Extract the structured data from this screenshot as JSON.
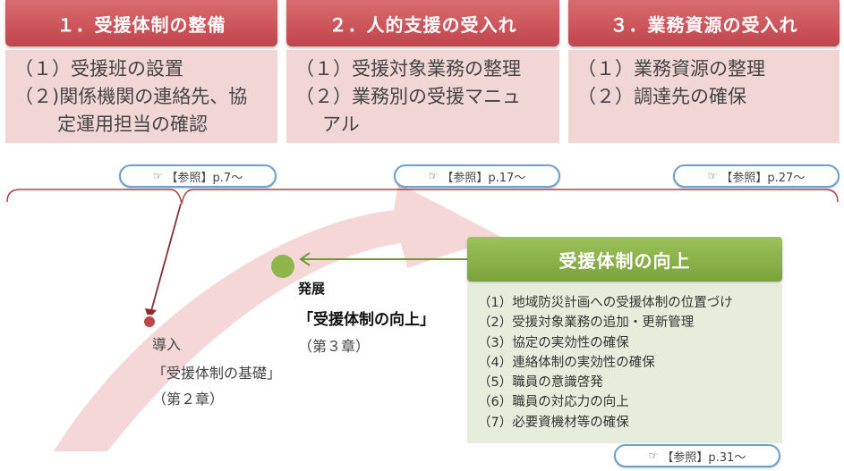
{
  "columns": [
    {
      "header": "１．受援体制の整備",
      "items": [
        "（１）受援班の設置",
        "（２)関係機関の連絡先、協",
        "定運用担当の確認"
      ],
      "ref": "【参照】p.7～"
    },
    {
      "header": "２．人的支援の受入れ",
      "items": [
        "（１）受援対象業務の整理",
        "（２）業務別の受援マニュ",
        "アル"
      ],
      "ref": "【参照】p.17～"
    },
    {
      "header": "３．業務資源の受入れ",
      "items": [
        "（１）業務資源の整理",
        "（２）調達先の確保"
      ],
      "ref": "【参照】p.27～"
    }
  ],
  "intro": {
    "label": "導入",
    "title": "「受援体制の基礎」",
    "chapter": "（第２章）"
  },
  "development": {
    "label": "発展",
    "title": "「受援体制の向上」",
    "chapter": "（第３章）"
  },
  "improvement": {
    "header": "受援体制の向上",
    "items": [
      "（1）地域防災計画への受援体制の位置づけ",
      "（2）受援対象業務の追加・更新管理",
      "（3）協定の実効性の確保",
      "（4）連絡体制の実効性の確保",
      "（5）職員の意識啓発",
      "（6）職員の対応力の向上",
      "（7）必要資機材等の確保"
    ],
    "ref": "【参照】p.31～"
  },
  "colors": {
    "header_red": "#c0454b",
    "body_pink": "#f2d6d6",
    "header_green": "#7aa23b",
    "body_green": "#e6eedb",
    "ref_border": "#6a9fcf",
    "arrow_fill": "#f3d0d0",
    "brace_line": "#b04040"
  }
}
